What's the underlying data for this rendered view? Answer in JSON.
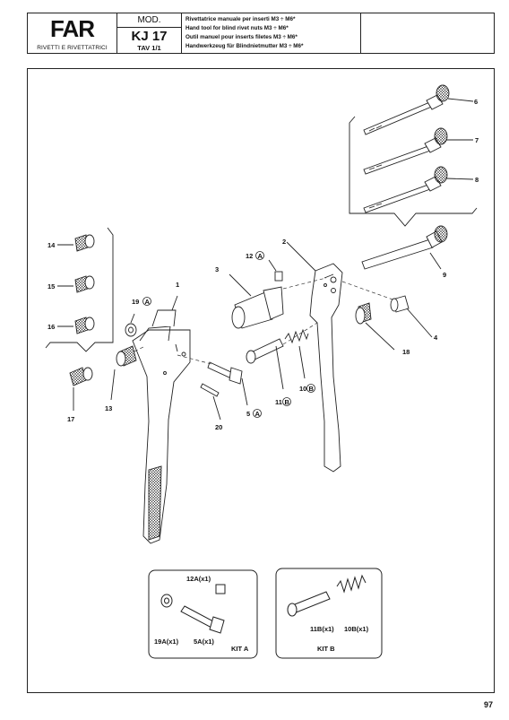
{
  "header": {
    "logo_text": "FAR",
    "logo_subtitle": "RIVETTI E RIVETTATRICI",
    "mod_label": "MOD.",
    "model_code": "KJ 17",
    "table_ref": "TAV 1/1",
    "descriptions": [
      "Rivettatrice manuale per inserti M3 ÷ M6*",
      "Hand tool for blind rivet nuts  M3 ÷ M6*",
      "Outil manuel pour  inserts filetes M3 ÷ M6*",
      "Handwerkzeug für Blindnietmutter M3 ÷ M6*"
    ]
  },
  "parts": {
    "p1": "1",
    "p2": "2",
    "p3": "3",
    "p4": "4",
    "p6": "6",
    "p7": "7",
    "p8": "8",
    "p9": "9",
    "p13": "13",
    "p14": "14",
    "p15": "15",
    "p16": "16",
    "p17": "17",
    "p18": "18",
    "p20": "20",
    "p5a": "5",
    "p5a_letter": "A",
    "p10b": "10",
    "p10b_letter": "B",
    "p11b": "11",
    "p11b_letter": "B",
    "p12a": "12",
    "p12a_letter": "A",
    "p19a": "19",
    "p19a_letter": "A"
  },
  "kit_a": {
    "title": "KIT A",
    "item_12a": "12A(x1)",
    "item_19a": "19A(x1)",
    "item_5a": "5A(x1)"
  },
  "kit_b": {
    "title": "KIT B",
    "item_11b": "11B(x1)",
    "item_10b": "10B(x1)"
  },
  "page_number": "97"
}
